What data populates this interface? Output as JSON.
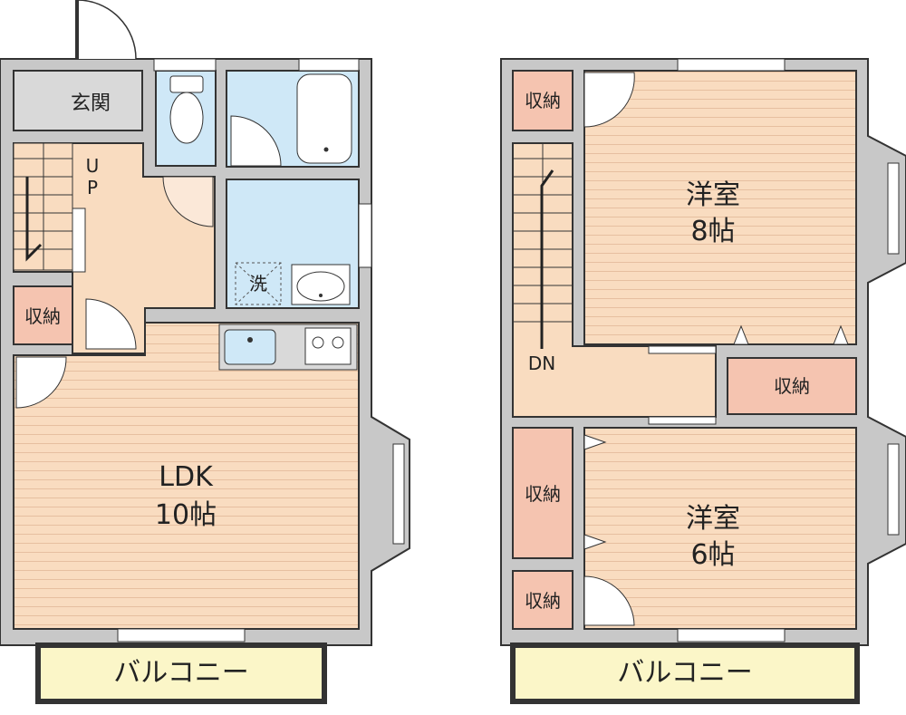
{
  "floor1": {
    "genkan": "玄関",
    "up": [
      "U",
      "P"
    ],
    "storage": "収納",
    "wash": "洗",
    "ldk_name": "LDK",
    "ldk_size": "10帖",
    "balcony": "バルコニー"
  },
  "floor2": {
    "storage_top": "収納",
    "storage_mid": "収納",
    "storage_left": "収納",
    "storage_bottom": "収納",
    "dn": "DN",
    "room1_name": "洋室",
    "room1_size": "8帖",
    "room2_name": "洋室",
    "room2_size": "6帖",
    "balcony": "バルコニー"
  },
  "colors": {
    "floor": "#f9dcc0",
    "wet": "#cfe8f7",
    "storage": "#f5c4b0",
    "balcony": "#fbf6c8",
    "wall": "#c8c8c8",
    "entry": "#d9d9d9"
  }
}
